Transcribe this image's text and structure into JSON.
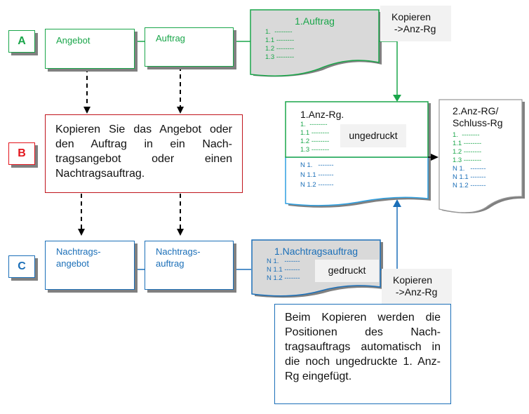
{
  "rows": {
    "a": {
      "label": "A",
      "color": "#1aa64a"
    },
    "b": {
      "label": "B",
      "color": "#e3141c"
    },
    "c": {
      "label": "C",
      "color": "#1b6fb8"
    }
  },
  "row_a": {
    "angebot": "Angebot",
    "auftrag": "Auftrag",
    "doc_title": "1.Auftrag",
    "doc_lines": [
      "1.  --------",
      "1.1 --------",
      "1.2 --------",
      "1.3 --------"
    ],
    "copy_note": [
      "Kopieren",
      " ->Anz-Rg"
    ]
  },
  "row_b": {
    "instruction": "Kopieren Sie das Angebot oder den Auftrag in ein Nach-tragsangebot oder einen Nachtragsauftrag."
  },
  "row_c": {
    "nachtragsangebot": [
      "Nachtrags-",
      "angebot"
    ],
    "nachtragsauftrag": [
      "Nachtrags-",
      "auftrag"
    ],
    "doc_title": "1.Nachtragsauftrag",
    "doc_lines": [
      "N 1.   -------",
      "N 1.1 -------",
      "N 1.2 -------"
    ],
    "status": "gedruckt",
    "copy_note": [
      "Kopieren",
      " ->Anz-Rg"
    ]
  },
  "anz_rg1": {
    "title": "1.Anz-Rg.",
    "lines_green": [
      "1.  --------",
      "1.1 --------",
      "1.2 --------",
      "1.3 --------"
    ],
    "status": "ungedruckt",
    "lines_blue": [
      "N 1.   -------",
      "N 1.1 -------",
      "N 1.2 -------"
    ]
  },
  "anz_rg2": {
    "title": [
      "2.Anz-RG/",
      "Schluss-Rg"
    ],
    "lines_green": [
      "1.  --------",
      "1.1 --------",
      "1.2 --------",
      "1.3 --------"
    ],
    "lines_blue": [
      "N 1.   -------",
      "N 1.1 -------",
      "N 1.2 -------"
    ]
  },
  "note": {
    "text": "Beim Kopieren werden die Positionen des Nach-tragsauftrags automatisch in die noch ungedruckte 1. Anz-Rg eingefügt."
  }
}
